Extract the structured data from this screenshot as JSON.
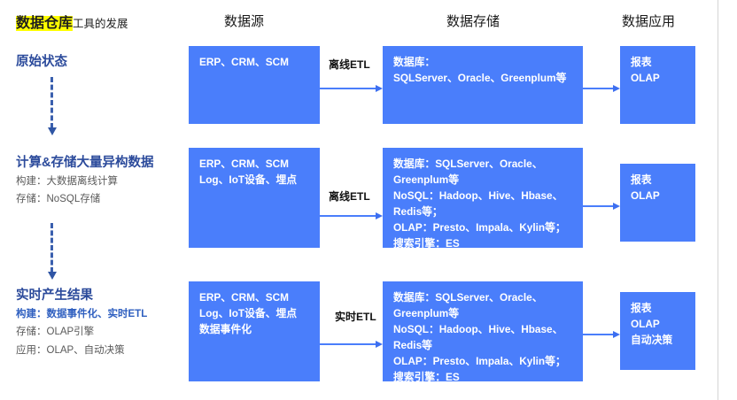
{
  "title": {
    "highlight": "数据仓库",
    "rest": "工具的发展"
  },
  "headers": {
    "source": "数据源",
    "storage": "数据存储",
    "application": "数据应用"
  },
  "stages": [
    {
      "title": "原始状态",
      "sublines": []
    },
    {
      "title": "计算&存储大量异构数据",
      "sublines": [
        {
          "text": "构建：大数据离线计算",
          "accent": false
        },
        {
          "text": "存储：NoSQL存储",
          "accent": false
        }
      ]
    },
    {
      "title": "实时产生结果",
      "sublines": [
        {
          "text": "构建：数据事件化、实时ETL",
          "accent": true
        },
        {
          "text": "存储：OLAP引擎",
          "accent": false
        },
        {
          "text": "应用：OLAP、自动决策",
          "accent": false
        }
      ]
    }
  ],
  "rows": [
    {
      "source_lines": [
        "ERP、CRM、SCM"
      ],
      "etl_label": "离线ETL",
      "storage_lines": [
        "数据库：",
        "SQLServer、Oracle、Greenplum等"
      ],
      "app_lines": [
        "报表",
        "OLAP"
      ]
    },
    {
      "source_lines": [
        "ERP、CRM、SCM",
        "Log、IoT设备、埋点"
      ],
      "etl_label": "离线ETL",
      "storage_lines": [
        "数据库：SQLServer、Oracle、",
        "Greenplum等",
        "NoSQL：Hadoop、Hive、Hbase、",
        "Redis等；",
        "OLAP：Presto、Impala、Kylin等；",
        "搜索引擎：ES"
      ],
      "app_lines": [
        "报表",
        "OLAP"
      ]
    },
    {
      "source_lines": [
        "ERP、CRM、SCM",
        "Log、IoT设备、埋点",
        "数据事件化"
      ],
      "etl_label": "实时ETL",
      "storage_lines": [
        "数据库：SQLServer、Oracle、",
        "Greenplum等",
        "NoSQL：Hadoop、Hive、Hbase、",
        "Redis等",
        "OLAP：Presto、Impala、Kylin等；",
        "搜索引擎：ES"
      ],
      "app_lines": [
        "报表",
        "OLAP",
        "自动决策"
      ]
    }
  ],
  "colors": {
    "box_fill": "#4a7efb",
    "stage_title": "#2b4a9b",
    "accent_line": "#3060c0",
    "highlight": "#ffff00",
    "arrow": "#3d6ff0"
  }
}
